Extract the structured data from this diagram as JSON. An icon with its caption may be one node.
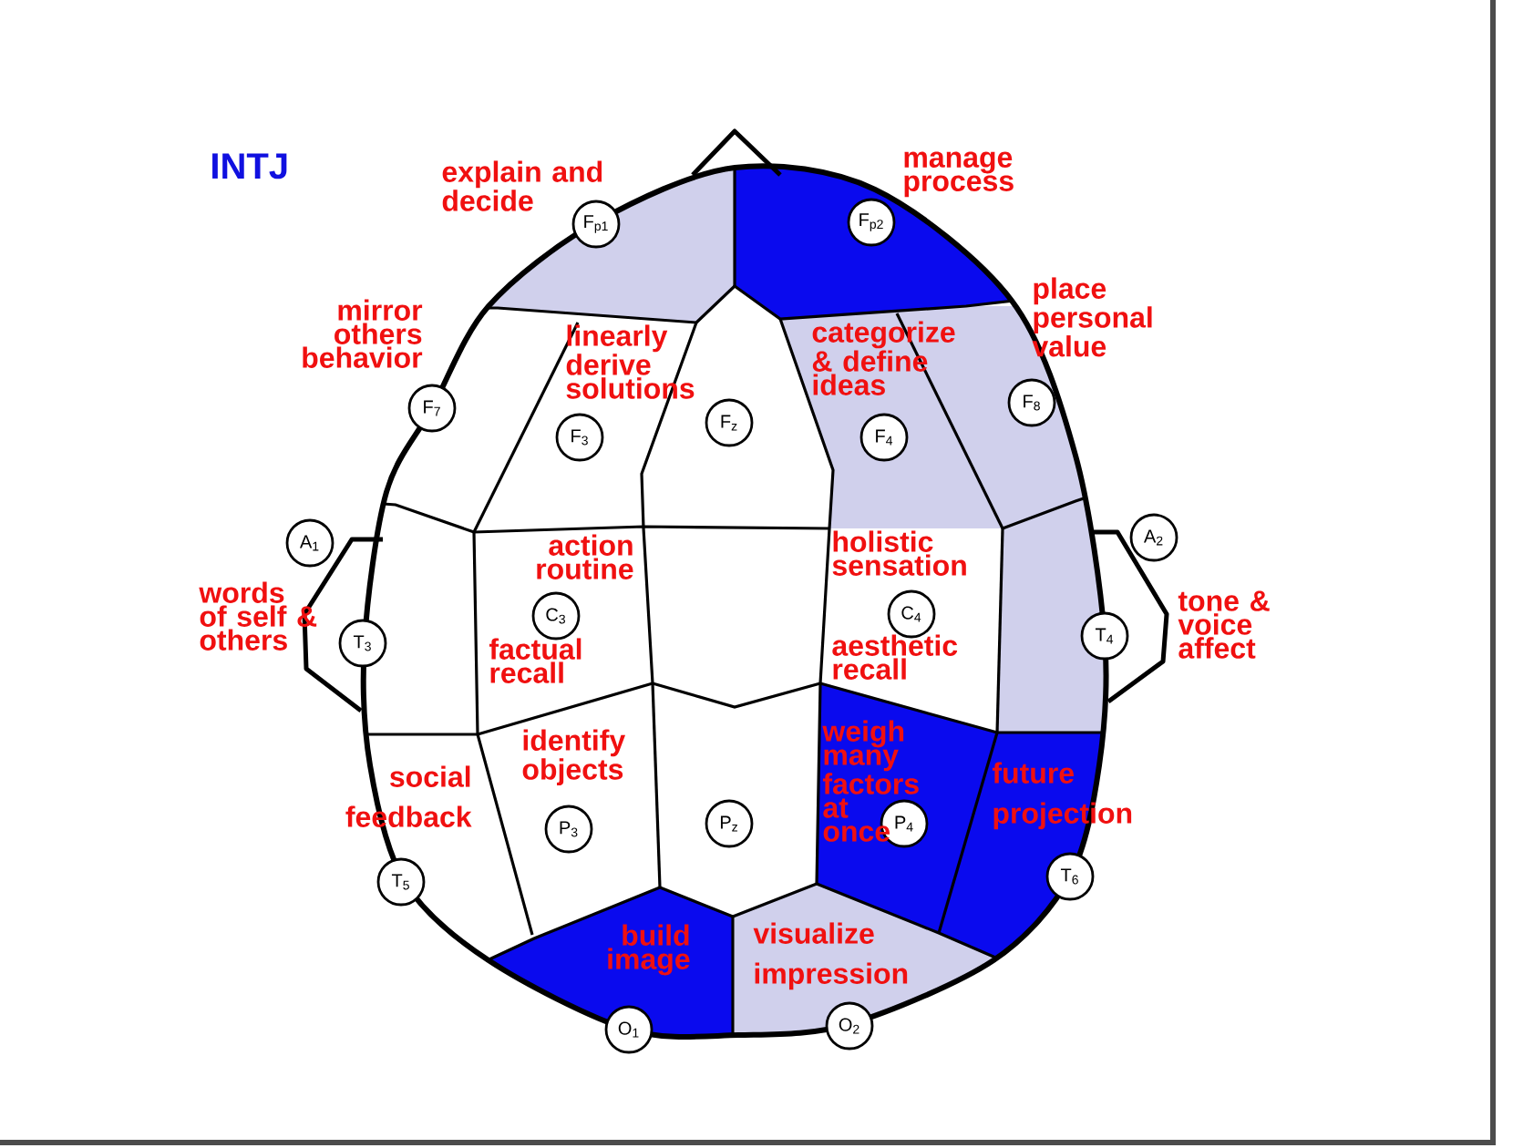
{
  "diagram": {
    "title": "INTJ",
    "nodes": [
      {
        "text": [
          "F$_{p1}$"
        ]
      },
      {
        "text": [
          "F$_{p2}$"
        ]
      },
      {
        "text": [
          "F$_{7}$"
        ]
      },
      {
        "text": [
          "F$_{3}$"
        ]
      },
      {
        "text": [
          "F$_{z}$"
        ]
      },
      {
        "text": [
          "F$_{4}$"
        ]
      },
      {
        "text": [
          "F$_{8}$"
        ]
      },
      {
        "text": [
          "A$_{1}$"
        ]
      },
      {
        "text": [
          "T$_{3}$"
        ]
      },
      {
        "text": [
          "C$_{3}$"
        ]
      },
      {
        "text": [
          "C$_{4}$"
        ]
      },
      {
        "text": [
          "A$_{2}$"
        ]
      },
      {
        "text": [
          "T$_{4}$"
        ]
      },
      {
        "text": [
          "T$_{5}$"
        ]
      },
      {
        "text": [
          "P$_{3}$"
        ]
      },
      {
        "text": [
          "P$_{z}$"
        ]
      },
      {
        "text": [
          "P$_{4}$"
        ]
      },
      {
        "text": [
          "T$_{6}$"
        ]
      },
      {
        "text": [
          "O$_{1}$"
        ]
      },
      {
        "text": [
          "O$_{2}$"
        ]
      }
    ],
    "labels": [
      "explain and decide",
      "manage process",
      "mirror others behavior",
      "linearly derive solutions",
      "categorize & define ideas",
      "place personal value",
      "words of self & others",
      "action routine",
      "holistic sensation",
      "tone & voice affect",
      "factual recall",
      "aesthetic recall",
      "social feedback",
      "identify objects",
      "weigh many factors at once",
      "future projection",
      "build image",
      "visualize impression"
    ]
  }
}
